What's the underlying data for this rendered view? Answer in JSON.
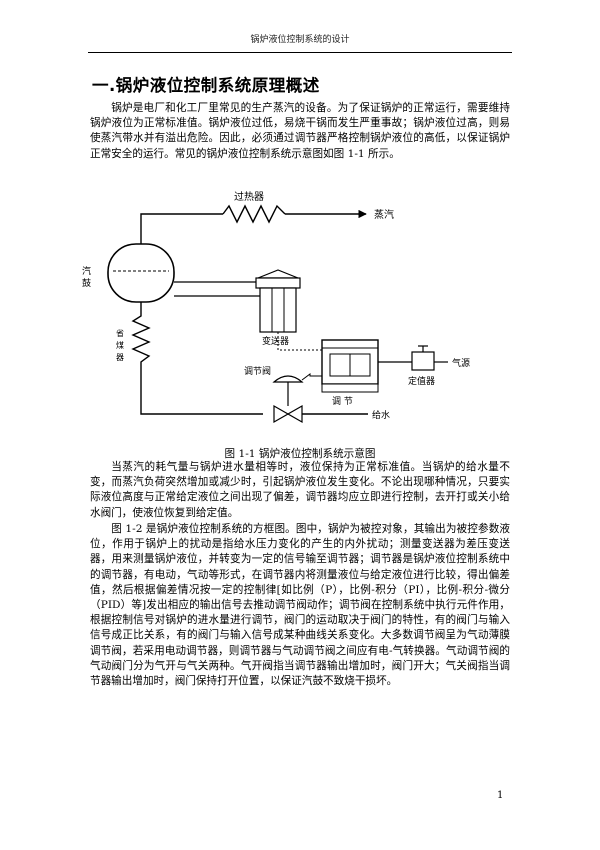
{
  "header": {
    "running_title": "锅炉液位控制系统的设计"
  },
  "section": {
    "title": "一.锅炉液位控制系统原理概述"
  },
  "paragraphs": {
    "p1": "锅炉是电厂和化工厂里常见的生产蒸汽的设备。为了保证锅炉的正常运行，需要维持锅炉液位为正常标准值。锅炉液位过低，易烧干锅而发生严重事故；锅炉液位过高，则易使蒸汽带水并有溢出危险。因此，必须通过调节器严格控制锅炉液位的高低，以保证锅炉正常安全的运行。常见的锅炉液位控制系统示意图如图 1-1 所示。",
    "p2": "当蒸汽的耗气量与锅炉进水量相等时，液位保持为正常标准值。当锅炉的给水量不变，而蒸汽负荷突然增加或减少时，引起锅炉液位发生变化。不论出现哪种情况，只要实际液位高度与正常给定液位之间出现了偏差，调节器均应立即进行控制，去开打或关小给水阀门，使液位恢复到给定值。",
    "p3": "图 1-2 是锅炉液位控制系统的方框图。图中，锅炉为被控对象，其输出为被控参数液位，作用于锅炉上的扰动是指给水压力变化的产生的内外扰动；测量变送器为差压变送器，用来测量锅炉液位，并转变为一定的信号输至调节器；调节器是锅炉液位控制系统中的调节器，有电动，气动等形式，在调节器内将测量液位与给定液位进行比较，得出偏差值，然后根据偏差情况按一定的控制律[如比例（P），比例-积分（PI），比例-积分-微分（PID）等]发出相应的输出信号去推动调节阀动作；调节阀在控制系统中执行元件作用，根据控制信号对锅炉的进水量进行调节，阀门的运动取决于阀门的特性，有的阀门与输入信号成正比关系，有的阀门与输入信号成某种曲线关系变化。大多数调节阀呈为气动薄膜调节阀，若采用电动调节器，则调节器与气动调节阀之间应有电-气转换器。气动调节阀的气动阀门分为气开与气关两种。气开阀指当调节器输出增加时，阀门开大；气关阀指当调节器输出增加时，阀门保持打开位置，以保证汽鼓不致烧干损坏。"
  },
  "figure": {
    "caption": "图 1-1 锅炉液位控制系统示意图",
    "labels": {
      "superheater": "过热器",
      "steam": "蒸汽",
      "drum": "汽鼓",
      "economizer": "省煤器",
      "transmitter": "变送器",
      "control_valve": "调节阀",
      "regulator": "调 节",
      "positioner": "定值器",
      "air_source": "气源",
      "feed_water": "给水"
    }
  },
  "page": {
    "number": "1"
  }
}
